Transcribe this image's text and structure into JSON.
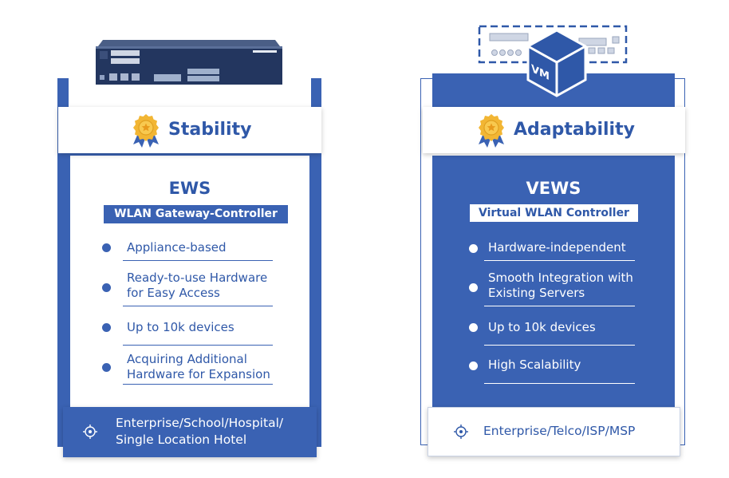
{
  "colors": {
    "primary_blue": "#3a62b3",
    "dark_blue": "#2f58a8",
    "gold": "#f2b634",
    "white": "#ffffff"
  },
  "left_card": {
    "badge_label": "Stability",
    "badge_icon": "award-ribbon-icon",
    "title": "EWS",
    "subtitle": "WLAN Gateway-Controller",
    "items": [
      "Appliance-based",
      "Ready-to-use Hardware\nfor Easy Access",
      "Up to 10k devices",
      "Acquiring Additional\nHardware for Expansion"
    ],
    "footer_icon": "target-icon",
    "footer_text": "Enterprise/School/Hospital/\nSingle Location Hotel"
  },
  "right_card": {
    "badge_label": "Adaptability",
    "badge_icon": "award-ribbon-icon",
    "vm_label": "VM",
    "title": "VEWS",
    "subtitle": "Virtual WLAN Controller",
    "items": [
      "Hardware-independent",
      "Smooth Integration with\nExisting Servers",
      "Up to 10k devices",
      "High Scalability"
    ],
    "footer_icon": "target-icon",
    "footer_text": "Enterprise/Telco/ISP/MSP"
  }
}
